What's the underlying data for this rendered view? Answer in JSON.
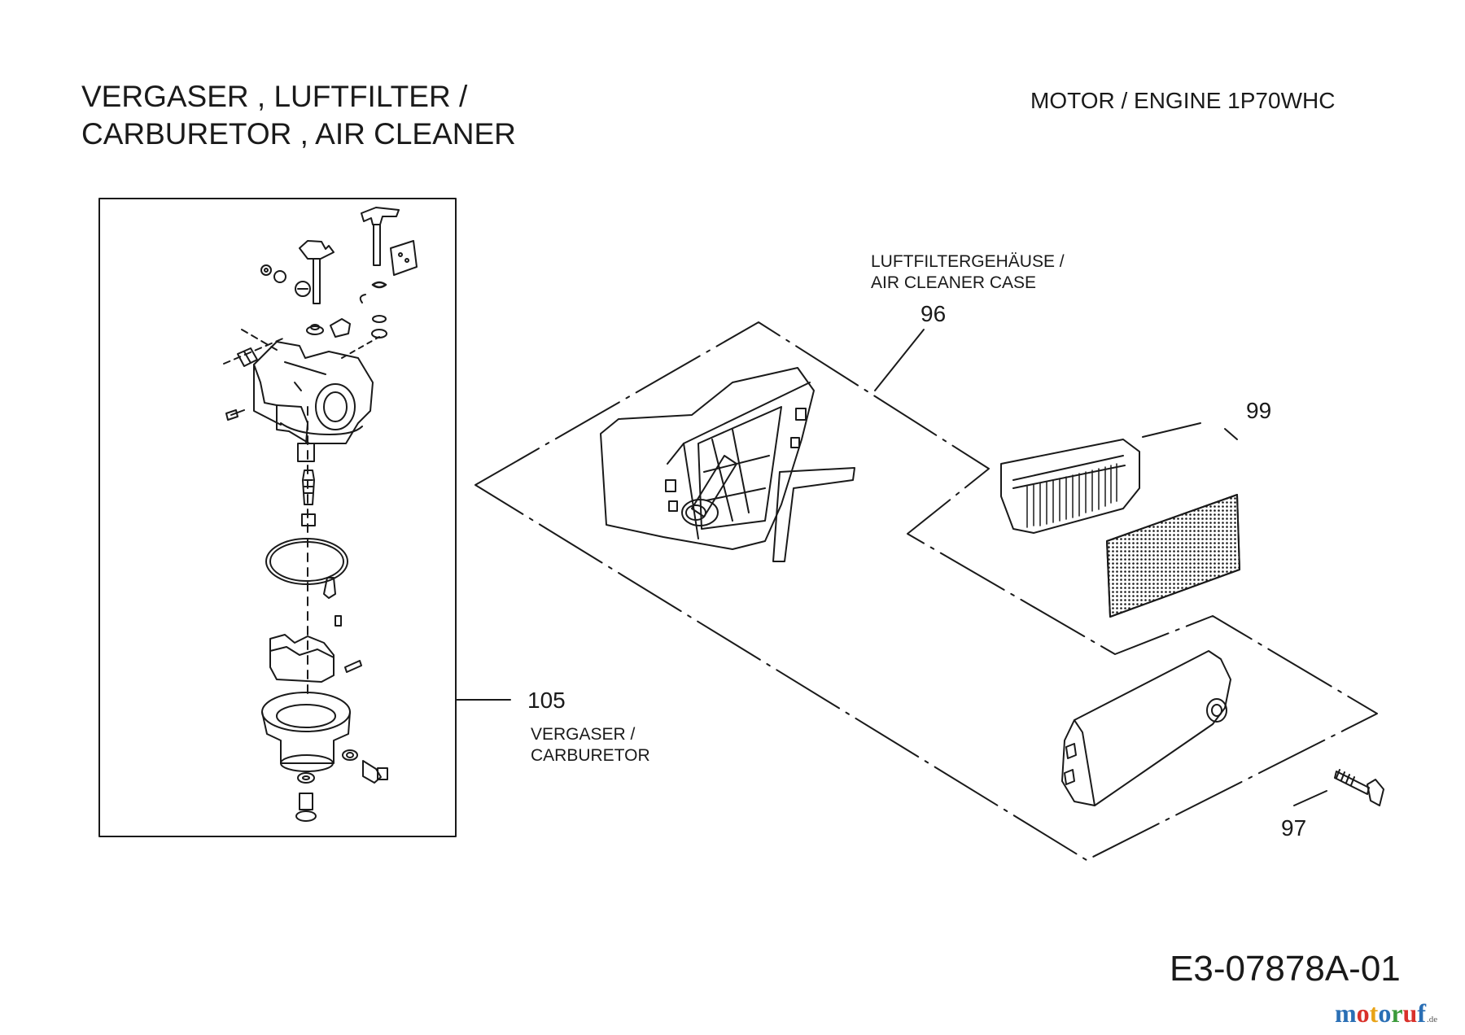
{
  "header": {
    "title_line1": "VERGASER , LUFTFILTER /",
    "title_line2": "CARBURETOR , AIR CLEANER",
    "engine": "MOTOR / ENGINE  1P70WHC"
  },
  "callouts": {
    "case_label_de": "LUFTFILTERGEHÄUSE /",
    "case_label_en": "AIR CLEANER CASE",
    "case_number": "96",
    "filter_number": "99",
    "bolt_number": "97",
    "carb_number": "105",
    "carb_label_de": "VERGASER /",
    "carb_label_en": "CARBURETOR"
  },
  "footer": {
    "drawing_code": "E3-07878A-01",
    "brand_main": "motoruf",
    "brand_suffix": ".de",
    "brand_colors": [
      "#2a6fb5",
      "#d9312b",
      "#e8a317",
      "#2a6fb5",
      "#3a9a3a",
      "#d9312b",
      "#2a6fb5"
    ]
  }
}
